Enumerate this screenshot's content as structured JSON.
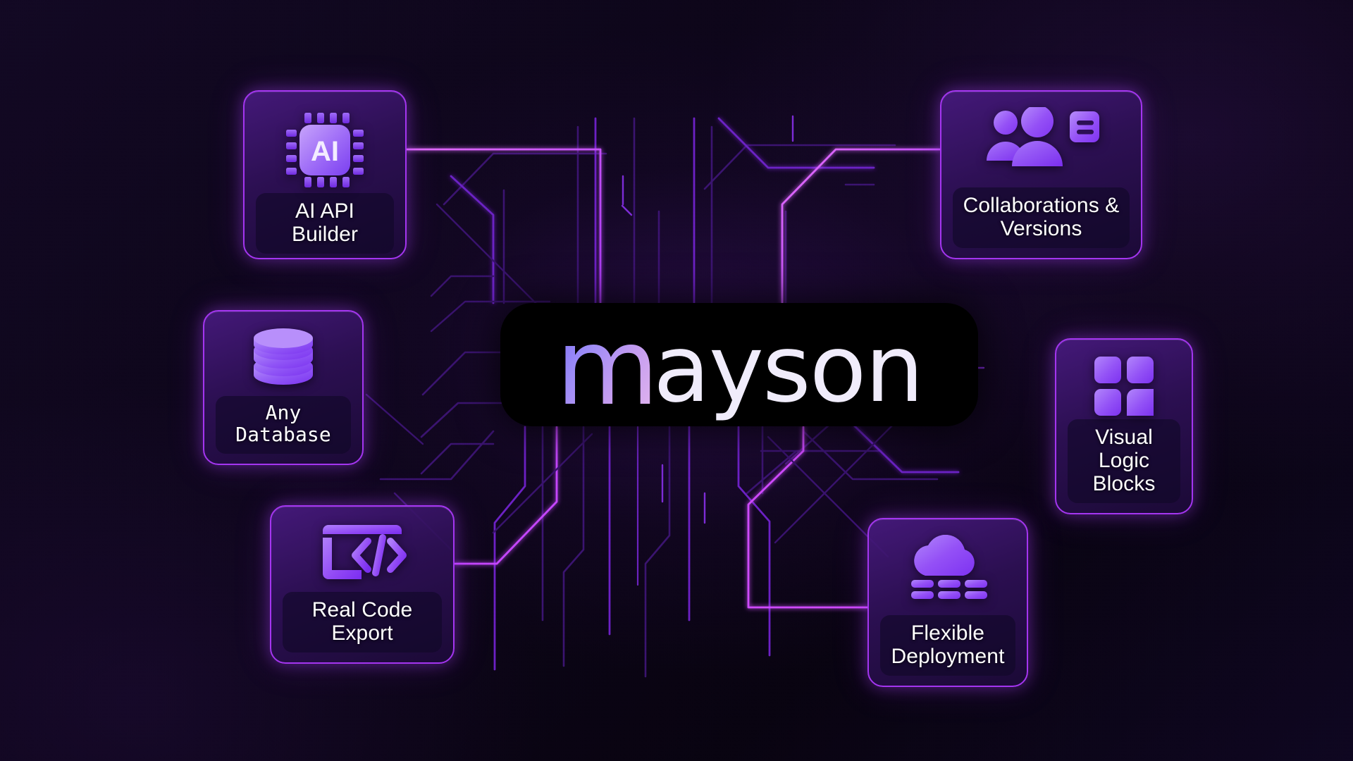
{
  "brand": {
    "logo_initial": "m",
    "logo_rest": "ayson",
    "logo_full": "mayson",
    "accent_color": "#a435f0",
    "accent_bright": "#d24cff",
    "icon_gradient_from": "#8b5cf6",
    "icon_gradient_to": "#a855f7",
    "background_color": "#0a0415",
    "logo_pill_color": "#000000",
    "label_text_color": "#ffffff"
  },
  "features": [
    {
      "id": "ai-api-builder",
      "icon": "ai-chip-icon",
      "icon_text": "AI",
      "label": "AI API\nBuilder",
      "label_line1": "AI API",
      "label_line2": "Builder",
      "position": "top-left"
    },
    {
      "id": "any-database",
      "icon": "database-icon",
      "label": "Any\nDatabase",
      "label_line1": "Any",
      "label_line2": "Database",
      "position": "middle-left"
    },
    {
      "id": "real-code-export",
      "icon": "code-window-icon",
      "label": "Real Code\nExport",
      "label_line1": "Real Code",
      "label_line2": "Export",
      "position": "bottom-left"
    },
    {
      "id": "collaborations-versions",
      "icon": "users-group-icon",
      "label": "Collaborations &\nVersions",
      "label_line1": "Collaborations &",
      "label_line2": "Versions",
      "position": "top-right"
    },
    {
      "id": "visual-logic-blocks",
      "icon": "four-blocks-icon",
      "label": "Visual\nLogic\nBlocks",
      "label_line1": "Visual",
      "label_line2": "Logic",
      "label_line3": "Blocks",
      "position": "middle-right"
    },
    {
      "id": "flexible-deployment",
      "icon": "cloud-servers-icon",
      "label": "Flexible\nDeployment",
      "label_line1": "Flexible",
      "label_line2": "Deployment",
      "position": "bottom-right"
    }
  ]
}
